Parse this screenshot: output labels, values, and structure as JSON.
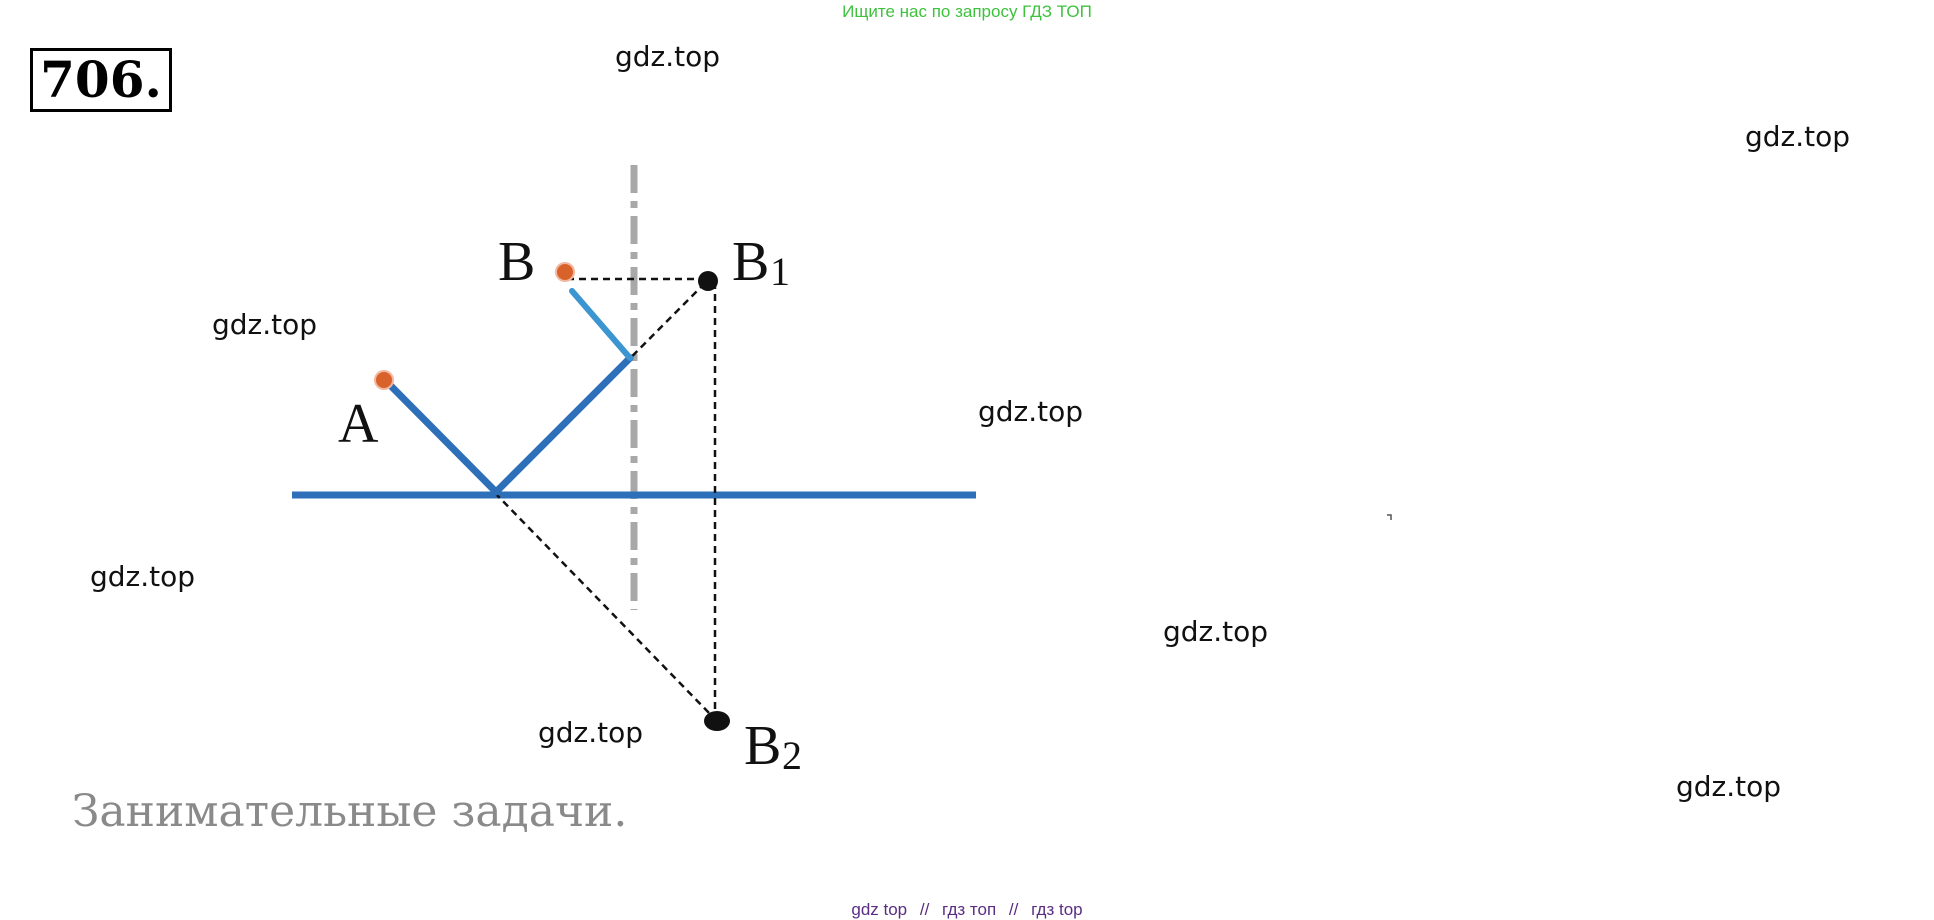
{
  "header_note": "Ищите нас по запросу ГДЗ ТОП",
  "task_number": "706.",
  "watermark": "gdz.top",
  "points": {
    "A": "A",
    "B": "B",
    "B1_base": "B",
    "B1_sub": "1",
    "B2_base": "B",
    "B2_sub": "2"
  },
  "footer_text": "Занимательные задачи.",
  "footer_links": {
    "l1": "gdz top",
    "sep1": "//",
    "l2": "гдз топ",
    "sep2": "//",
    "l3": "гдз top"
  },
  "colors": {
    "line_main": "#2e6fba",
    "line_light": "#3a95d0",
    "axis_gray": "#a8a8a8",
    "point_orange": "#d9622b",
    "dashed": "#111111"
  }
}
